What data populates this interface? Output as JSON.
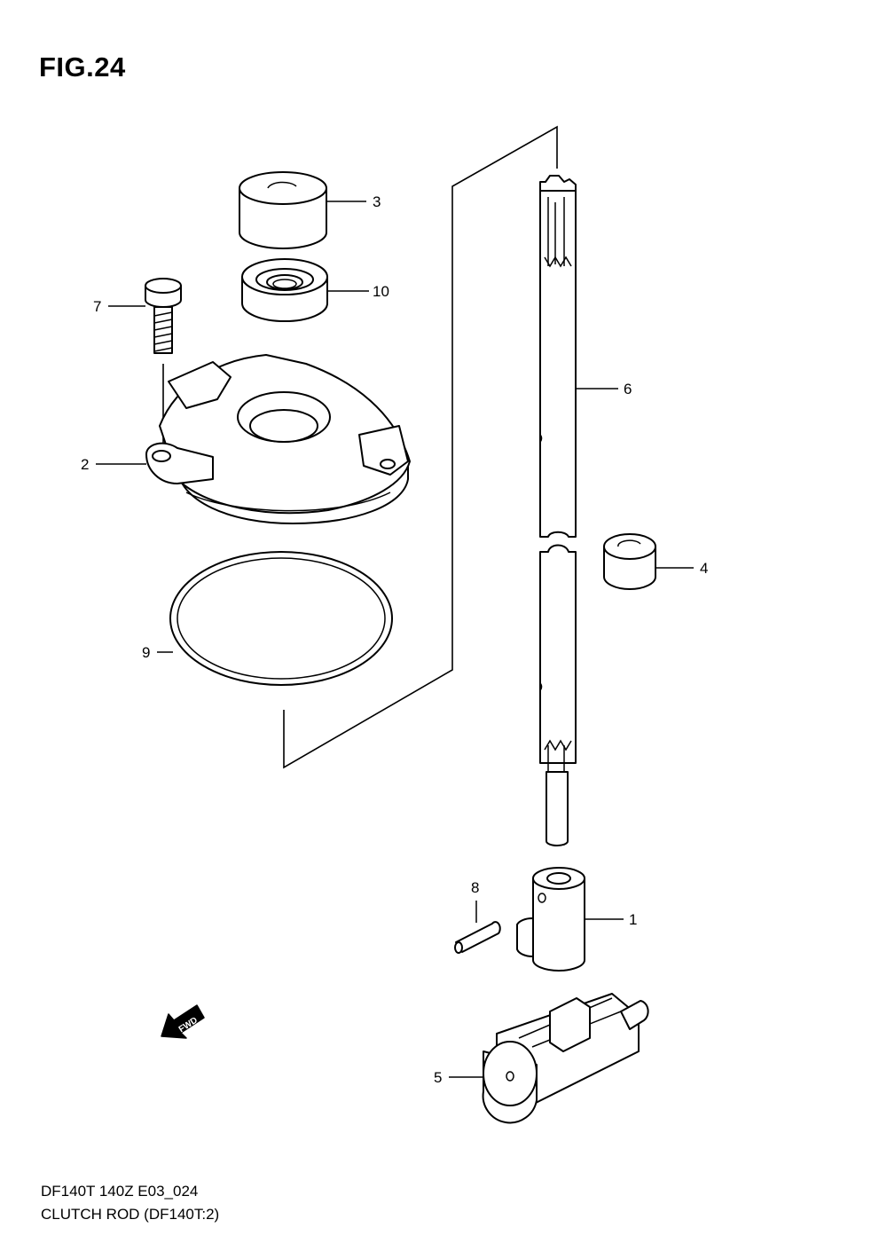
{
  "figure": {
    "title": "FIG.24"
  },
  "footer": {
    "line1": "DF140T 140Z E03_024",
    "line2": "CLUTCH ROD (DF140T:2)"
  },
  "fwd_arrow": {
    "label": "FWD"
  },
  "callouts": {
    "c1": "1",
    "c2": "2",
    "c3": "3",
    "c4": "4",
    "c5": "5",
    "c6": "6",
    "c7": "7",
    "c8": "8",
    "c9": "9",
    "c10": "10"
  }
}
